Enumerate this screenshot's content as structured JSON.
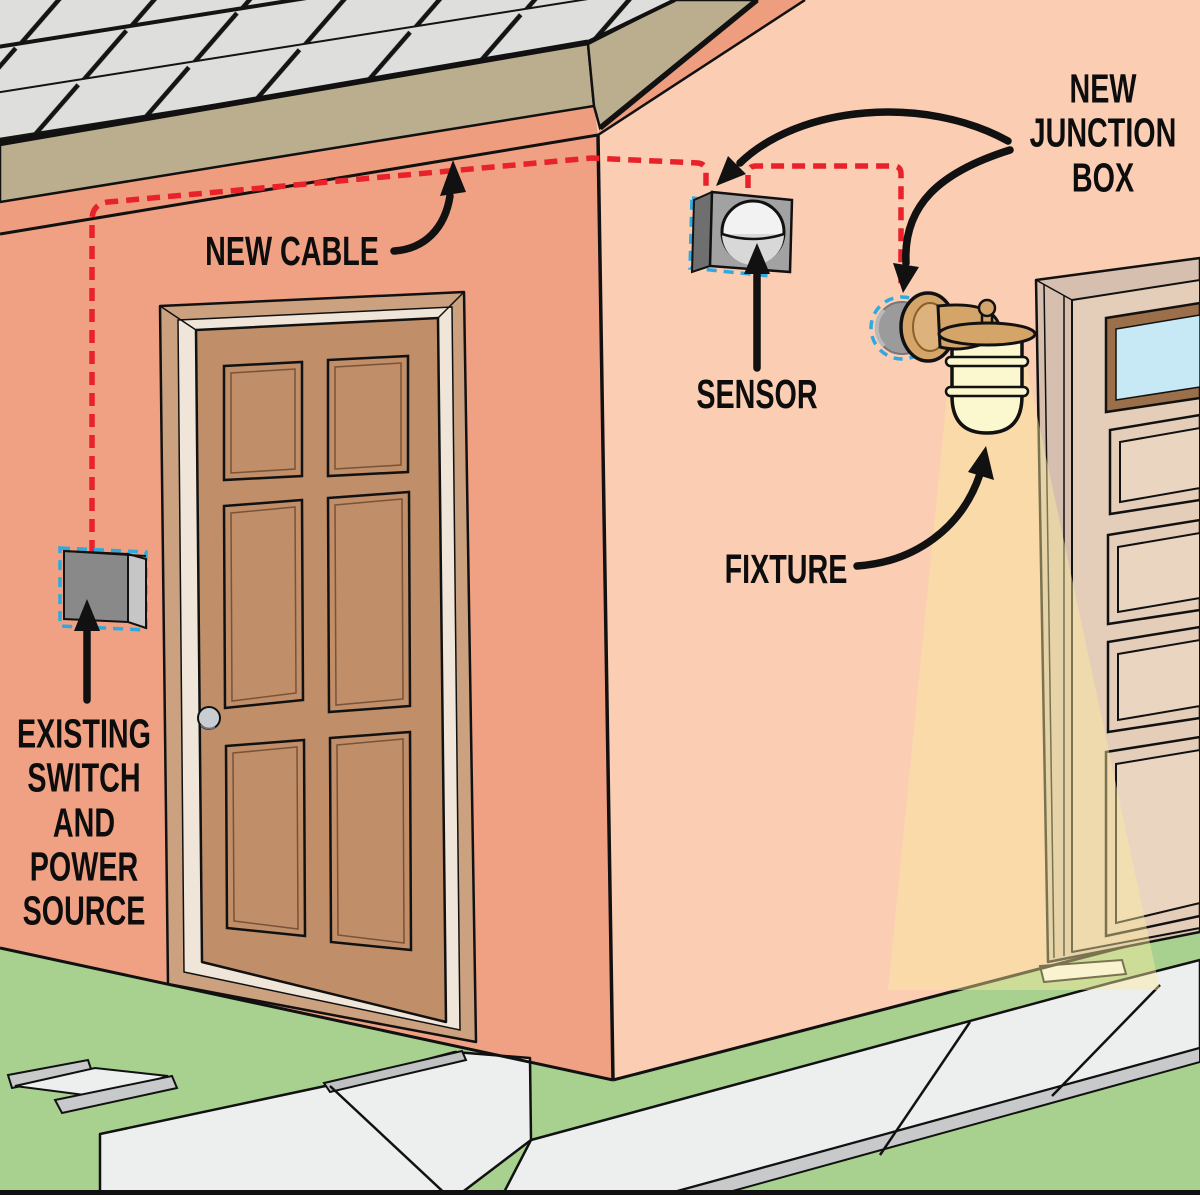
{
  "labels": {
    "new_cable": "NEW CABLE",
    "new_junction_box": "NEW\nJUNCTION\nBOX",
    "sensor": "SENSOR",
    "fixture": "FIXTURE",
    "existing_switch": "EXISTING\nSWITCH\nAND\nPOWER\nSOURCE"
  },
  "annotations": {
    "arrows": [
      {
        "name": "arrow-new-cable",
        "points_to": "red dashed cable at top of wall"
      },
      {
        "name": "arrow-junction-to-sensor",
        "points_to": "junction box behind sensor"
      },
      {
        "name": "arrow-junction-to-fixture",
        "points_to": "junction box behind fixture"
      },
      {
        "name": "arrow-sensor",
        "points_to": "motion sensor"
      },
      {
        "name": "arrow-fixture",
        "points_to": "light fixture"
      },
      {
        "name": "arrow-existing-switch",
        "points_to": "existing switch box"
      }
    ]
  },
  "colors": {
    "cable_red": "#E8212B",
    "junction_outline_blue": "#2FA9DE",
    "left_wall": "#F0A183",
    "right_wall": "#FBCDB3",
    "soffit": "#EE9E7E",
    "roof_shingles": "#DEDEDD",
    "fascia_tan": "#BBAE8F",
    "grass": "#A8D08E",
    "sidewalk": "#EDEEEE",
    "curb_gray": "#C8C9CA",
    "left_door": "#C08E68",
    "right_door": "#E4CDB9",
    "door_window_blue": "#C7E9F6",
    "fixture_brass": "#D4A469",
    "fixture_shade": "#FBF7CE",
    "light_beam": "#FAEBA0",
    "box_gray": "#8A8A8A",
    "label_text": "#0D0D0D"
  }
}
